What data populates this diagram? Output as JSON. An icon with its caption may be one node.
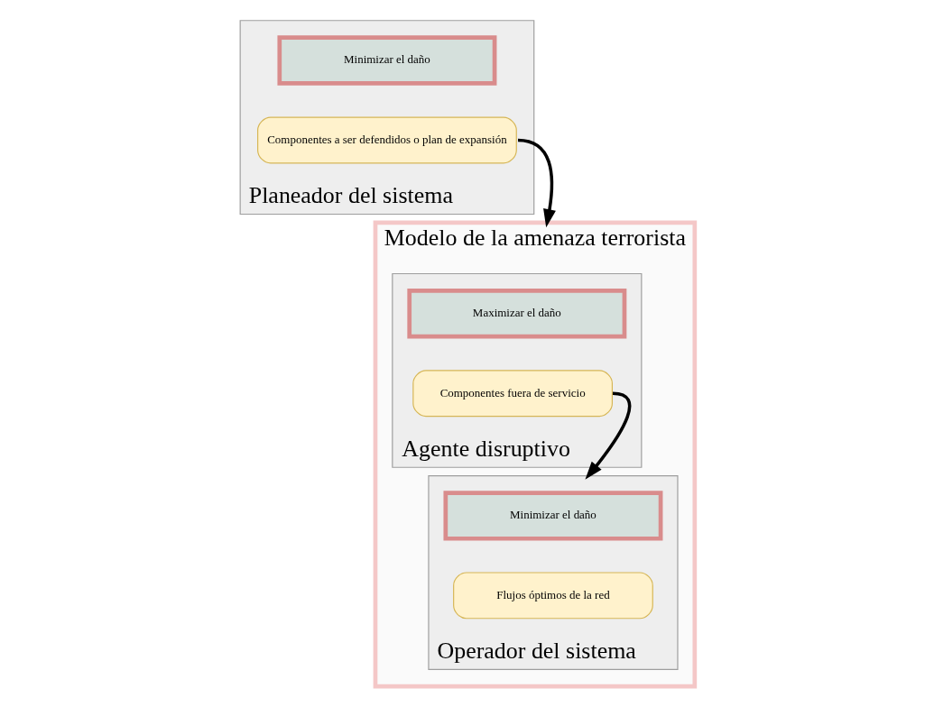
{
  "diagram": {
    "nodes": [
      {
        "text": [
          "Planeador del sistema"
        ]
      },
      {
        "text": [
          "Minimizar el daño"
        ],
        "in": 0
      },
      {
        "text": [
          "Componentes a ser defendidos o plan de expansión"
        ],
        "in": 0
      },
      {
        "text": [
          "Modelo de la amenaza terrorista"
        ]
      },
      {
        "text": [
          "Agente disruptivo"
        ],
        "in": 3
      },
      {
        "text": [
          "Maximizar el daño"
        ],
        "in": 4
      },
      {
        "text": [
          "Componentes fuera de servicio"
        ],
        "in": 4
      },
      {
        "text": [
          "Operador del sistema"
        ],
        "in": 3
      },
      {
        "text": [
          "Minimizar el daño"
        ],
        "in": 7
      },
      {
        "text": [
          "Flujos óptimos de la red"
        ],
        "in": 7
      }
    ],
    "edges": [
      {
        "from": 2,
        "to": 3,
        "arrow": "to"
      },
      {
        "from": 6,
        "to": 7,
        "arrow": "to"
      }
    ]
  }
}
